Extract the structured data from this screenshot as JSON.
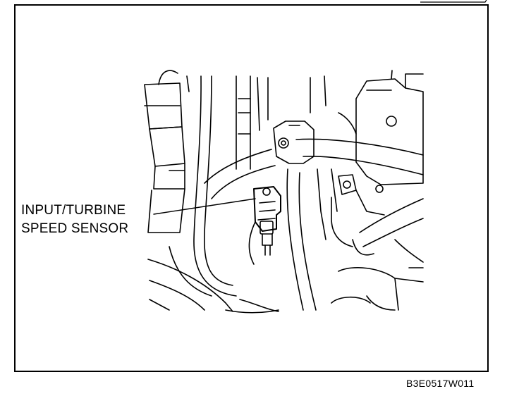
{
  "callout": {
    "line1": "INPUT/TURBINE",
    "line2": "SPEED SENSOR"
  },
  "figure_code": "B3E0517W011",
  "colors": {
    "ink": "#000000",
    "paper": "#ffffff"
  }
}
